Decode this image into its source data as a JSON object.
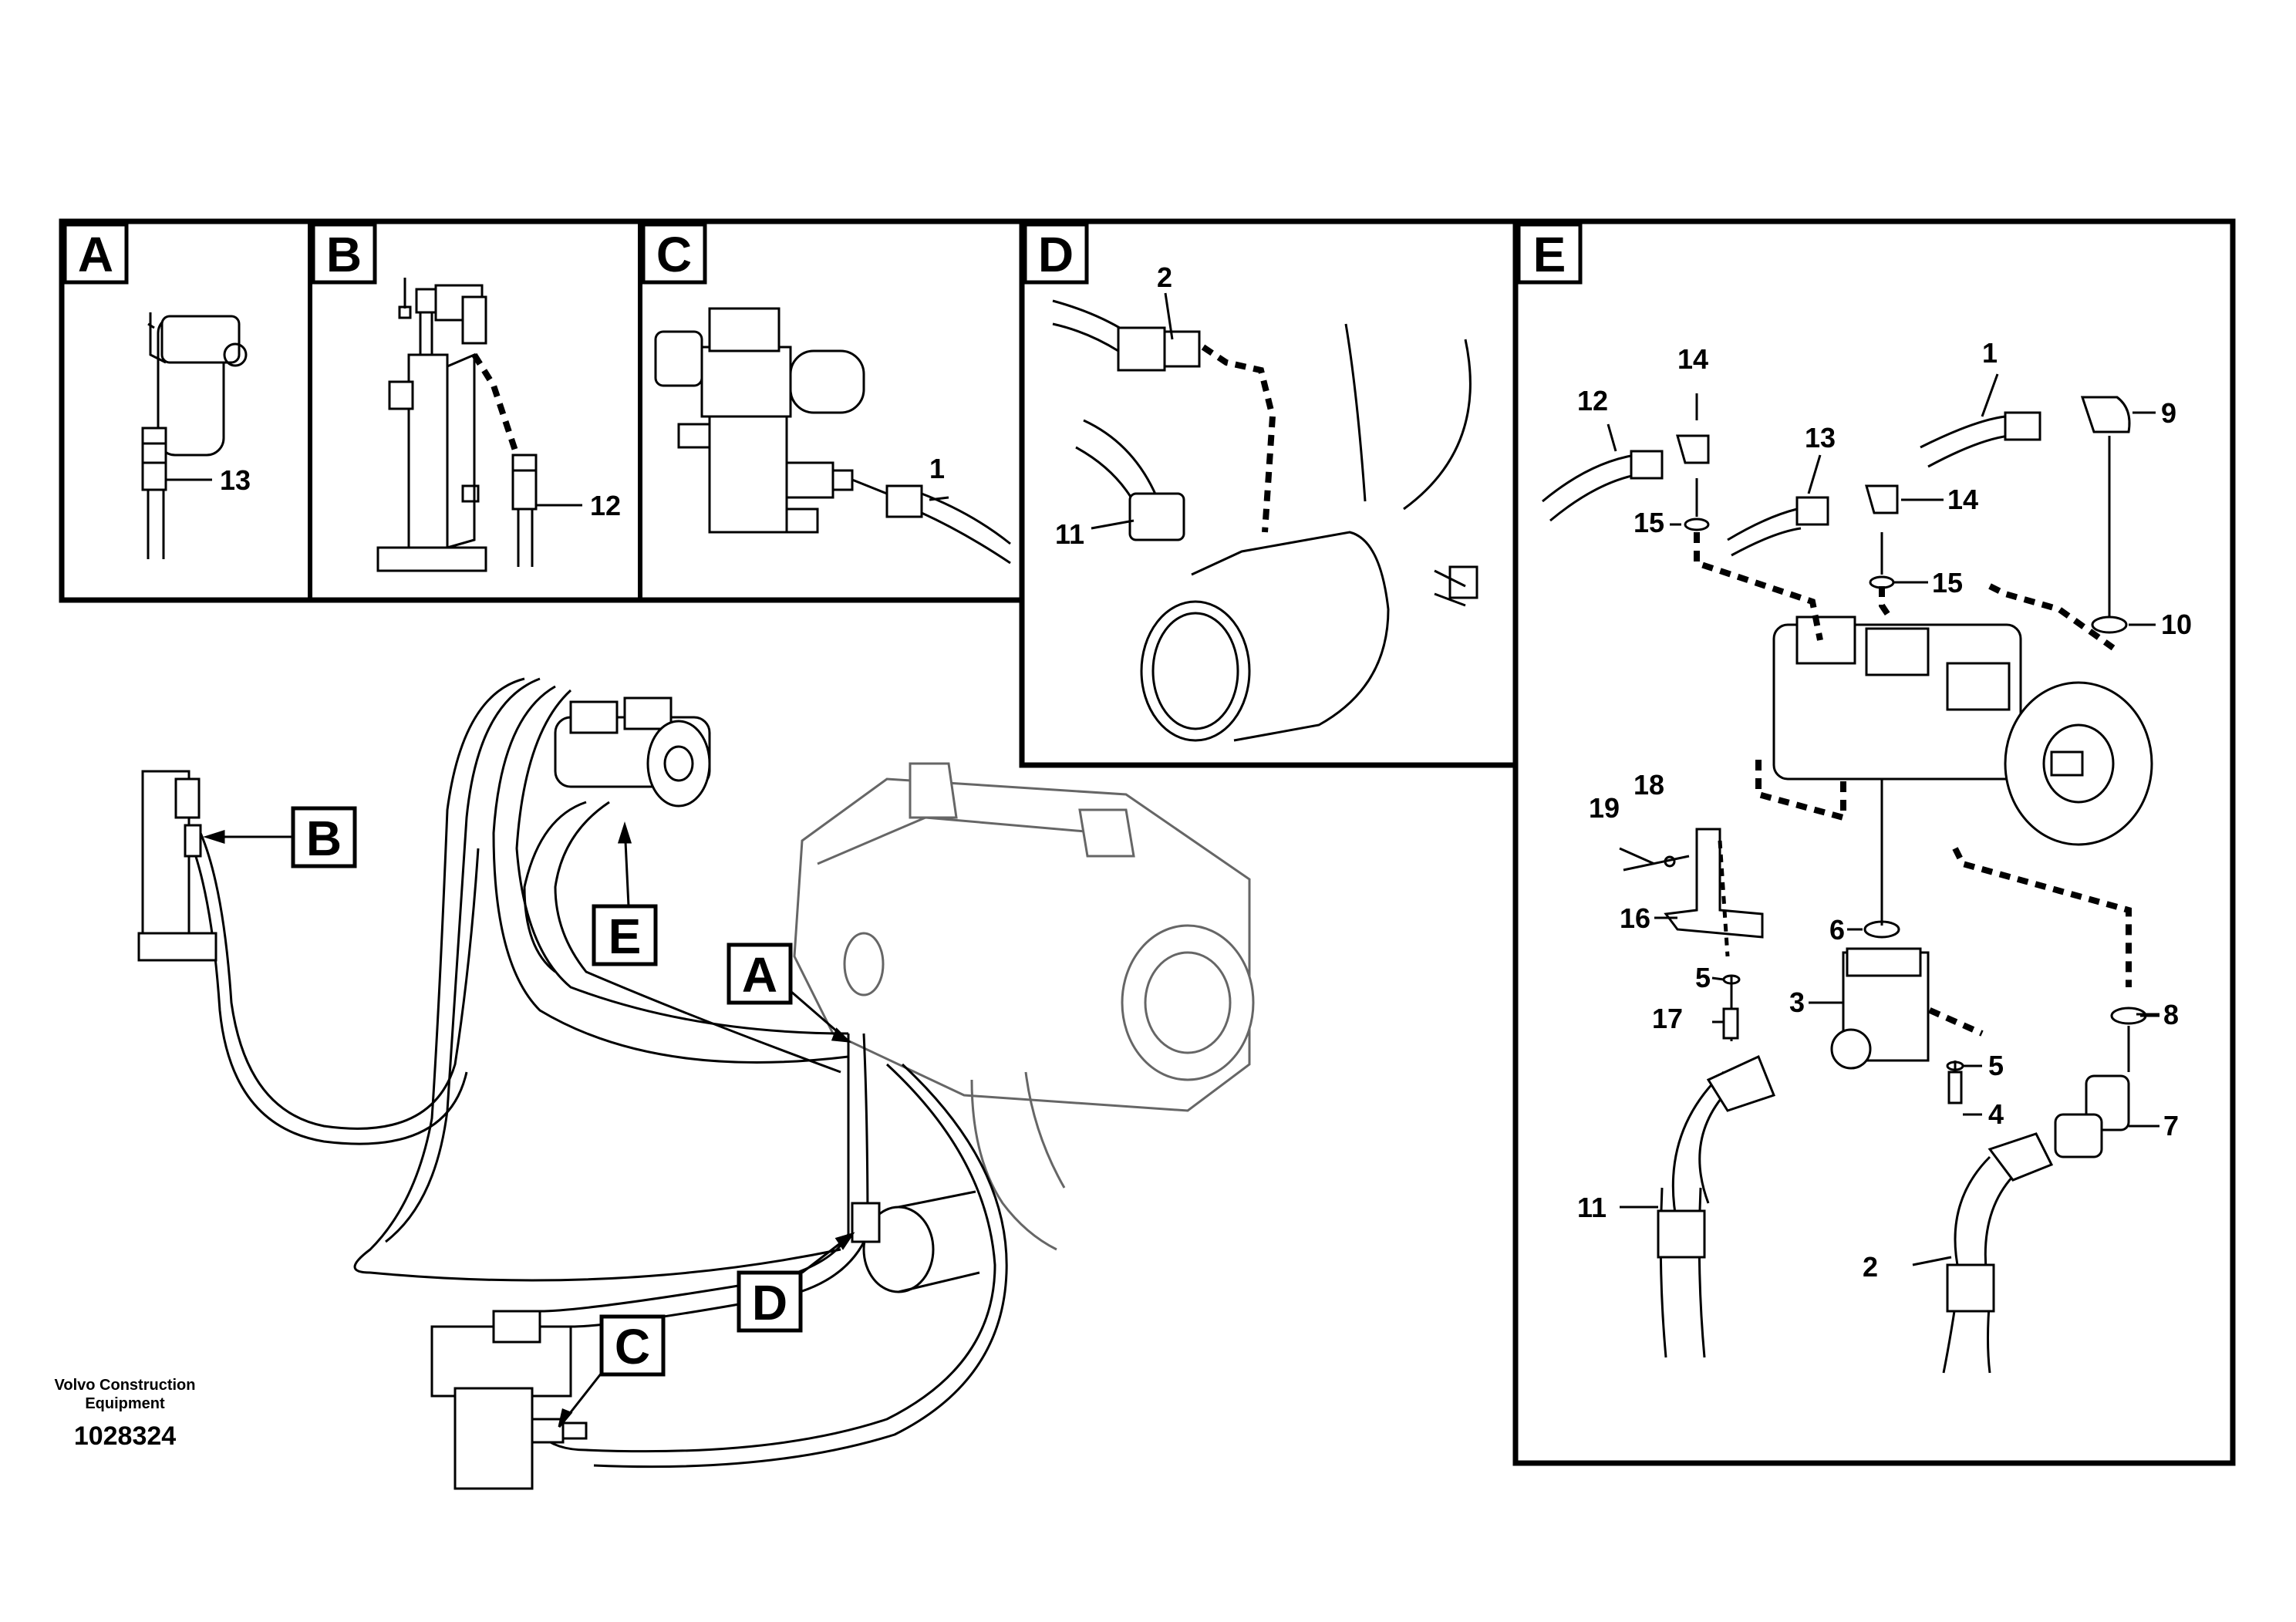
{
  "sections": {
    "a": {
      "letter": "A",
      "callouts": [
        "13"
      ]
    },
    "b": {
      "letter": "B",
      "callouts": [
        "12"
      ]
    },
    "c": {
      "letter": "C",
      "callouts": [
        "1"
      ]
    },
    "d": {
      "letter": "D",
      "callouts": [
        "2",
        "11"
      ]
    },
    "e": {
      "letter": "E",
      "callouts": [
        "1",
        "2",
        "3",
        "4",
        "5",
        "5",
        "6",
        "7",
        "8",
        "9",
        "10",
        "11",
        "12",
        "13",
        "14",
        "14",
        "15",
        "15",
        "16",
        "17",
        "18",
        "19"
      ]
    }
  },
  "overview": {
    "flags": [
      "A",
      "B",
      "C",
      "D",
      "E"
    ]
  },
  "footer": {
    "company_line1": "Volvo Construction",
    "company_line2": "Equipment",
    "part_number": "1028324"
  }
}
